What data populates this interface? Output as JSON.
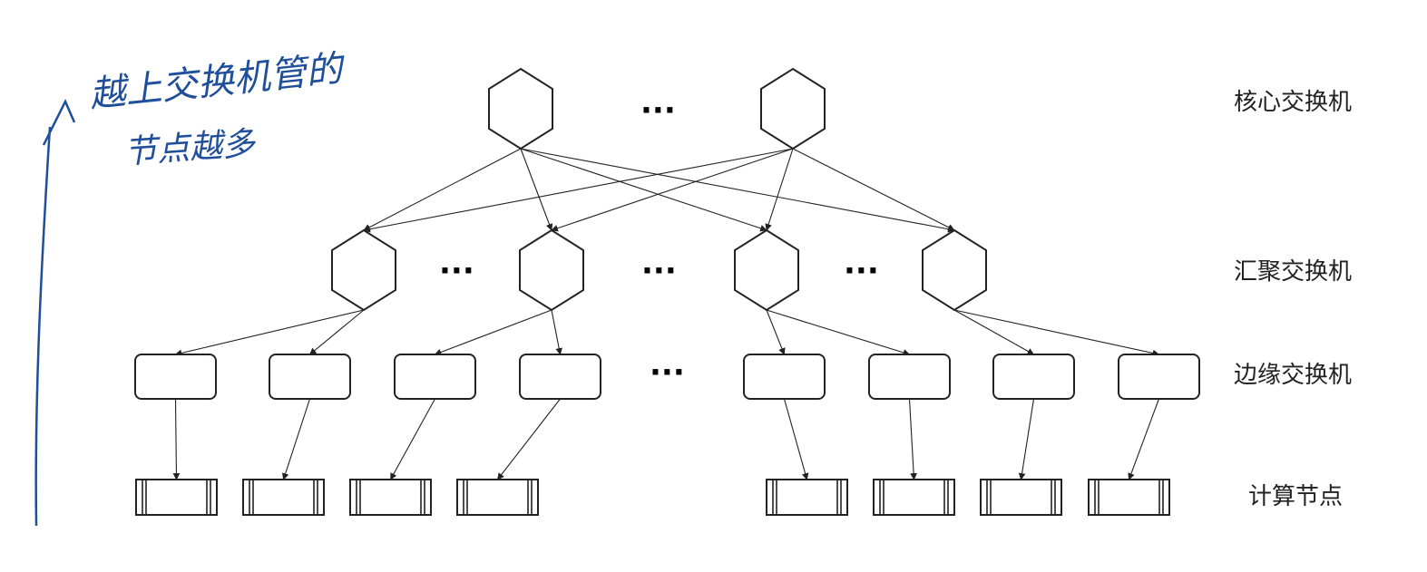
{
  "layers": {
    "core": "核心交换机",
    "aggregation": "汇聚交换机",
    "edge": "边缘交换机",
    "compute": "计算节点"
  },
  "ellipsis": "···",
  "annotation": {
    "line1": "越上交换机管的",
    "line2": "节点越多"
  },
  "colors": {
    "ink": "#1f4e9a",
    "stroke": "#222222"
  }
}
